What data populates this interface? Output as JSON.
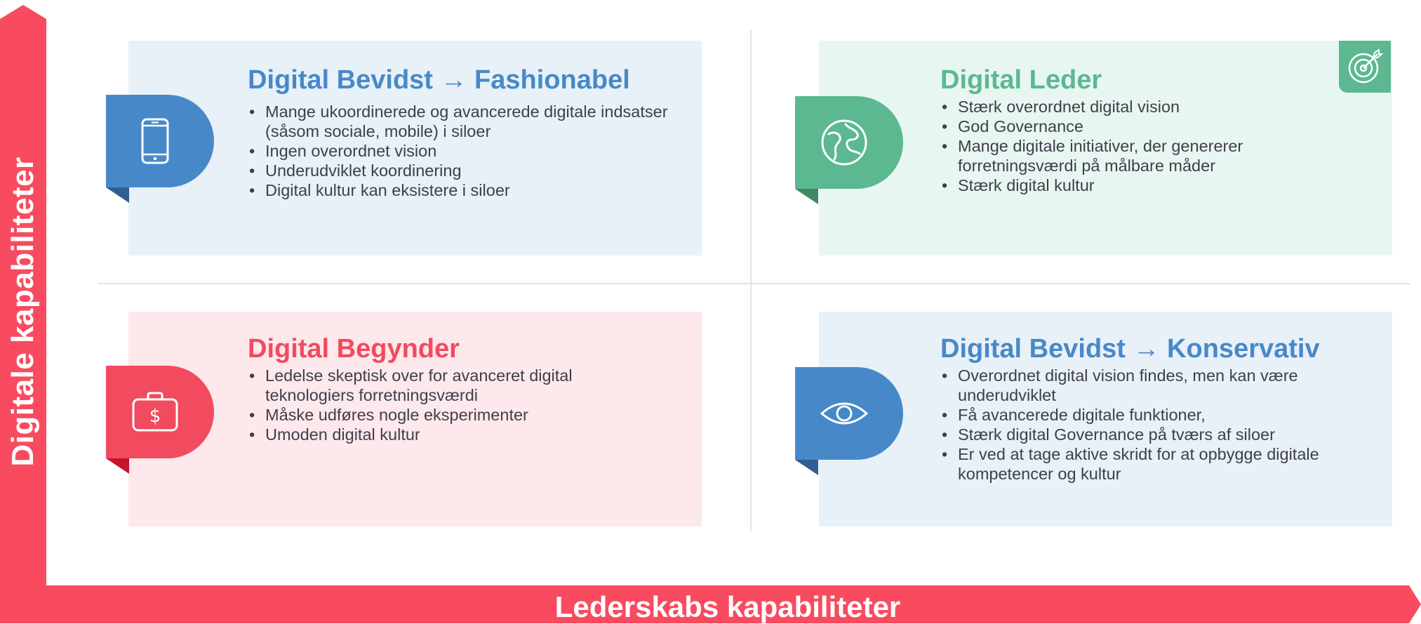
{
  "axes": {
    "y_label": "Digitale kapabiliteter",
    "x_label": "Lederskabs kapabiliteter"
  },
  "colors": {
    "axis": "#f84b5f",
    "blue": "#4789c8",
    "green": "#5bb890",
    "red": "#f24a5e",
    "blue_bg": "#e8f0f8",
    "green_bg": "#e8f6f2",
    "red_bg": "#fde8eb"
  },
  "quadrants": {
    "fashion": {
      "title": "Digital Bevidst → Fashionabel",
      "icon": "smartphone-icon",
      "bullets": [
        "Mange ukoordinerede og avancerede digitale indsatser (såsom sociale, mobile) i siloer",
        "Ingen overordnet vision",
        "Underudviklet koordinering",
        "Digital kultur kan eksistere i siloer"
      ]
    },
    "leader": {
      "title": "Digital Leder",
      "icon": "globe-icon",
      "corner_icon": "target-icon",
      "bullets": [
        "Stærk overordnet digital vision",
        "God Governance",
        "Mange digitale initiativer, der genererer forretningsværdi på målbare måder",
        "Stærk digital kultur"
      ]
    },
    "beginner": {
      "title": "Digital Begynder",
      "icon": "money-bag-icon",
      "bullets": [
        "Ledelse skeptisk over for avanceret digital teknologiers forretningsværdi",
        "Måske udføres nogle eksperimenter",
        "Umoden digital kultur"
      ]
    },
    "conservative": {
      "title": "Digital Bevidst → Konservativ",
      "icon": "eye-icon",
      "bullets": [
        "Overordnet digital vision findes, men kan være underudviklet",
        "Få avancerede digitale funktioner,",
        "Stærk digital Governance på tværs af siloer",
        "Er ved at tage aktive skridt for at opbygge digitale kompetencer og kultur"
      ]
    }
  }
}
